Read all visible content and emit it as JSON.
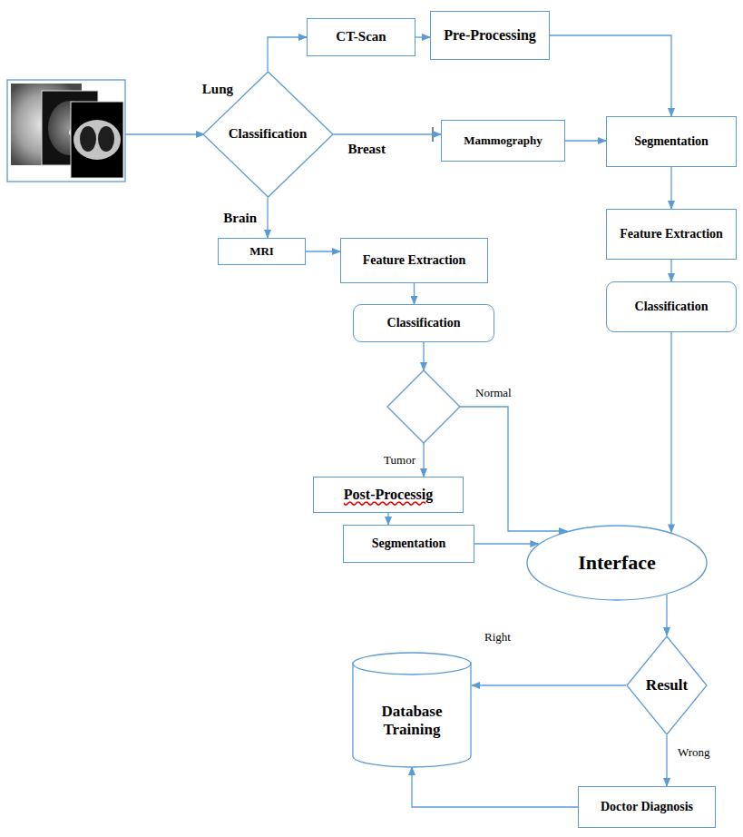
{
  "diagram": {
    "nodes": [
      {
        "text": [
          "Classification"
        ]
      },
      {
        "text": [
          "CT-Scan"
        ]
      },
      {
        "text": [
          "Pre-Processing"
        ]
      },
      {
        "text": [
          "Mammography"
        ]
      },
      {
        "text": [
          "Segmentation"
        ]
      },
      {
        "text": [
          "Feature Extraction"
        ]
      },
      {
        "text": [
          "Classification"
        ]
      },
      {
        "text": [
          "MRI"
        ]
      },
      {
        "text": [
          "Feature Extraction"
        ]
      },
      {
        "text": [
          "Classification"
        ]
      },
      {
        "text": [
          "Post-Processig"
        ]
      },
      {
        "text": [
          "Segmentation"
        ]
      },
      {
        "text": [
          "Interface"
        ]
      },
      {
        "text": [
          "Result"
        ]
      },
      {
        "text": [
          "Database Training"
        ]
      },
      {
        "text": [
          "Doctor Diagnosis"
        ]
      }
    ],
    "edges": [
      {
        "from": 0,
        "to": 1,
        "arrow": "to",
        "label": "Lung"
      },
      {
        "from": 1,
        "to": 2,
        "arrow": "to"
      },
      {
        "from": 2,
        "to": 4,
        "arrow": "to"
      },
      {
        "from": 0,
        "to": 3,
        "arrow": "to",
        "label": "Breast"
      },
      {
        "from": 3,
        "to": 4,
        "arrow": "to"
      },
      {
        "from": 0,
        "to": 7,
        "arrow": "to",
        "label": "Brain"
      },
      {
        "from": 7,
        "to": 8,
        "arrow": "to"
      },
      {
        "from": 4,
        "to": 5,
        "arrow": "to"
      },
      {
        "from": 5,
        "to": 6,
        "arrow": "to"
      },
      {
        "from": 8,
        "to": 9,
        "arrow": "to"
      },
      {
        "from": 6,
        "to": 12,
        "arrow": "to"
      },
      {
        "from": 10,
        "to": 11,
        "arrow": "to"
      },
      {
        "from": 11,
        "to": 12,
        "arrow": "to"
      },
      {
        "from": 12,
        "to": 13,
        "arrow": "to"
      },
      {
        "from": 13,
        "to": 14,
        "arrow": "to",
        "label": "Right"
      },
      {
        "from": 13,
        "to": 15,
        "arrow": "to",
        "label": "Wrong"
      },
      {
        "from": 15,
        "to": 14,
        "arrow": "to"
      }
    ],
    "labels": [
      "Normal",
      "Tumor"
    ]
  }
}
